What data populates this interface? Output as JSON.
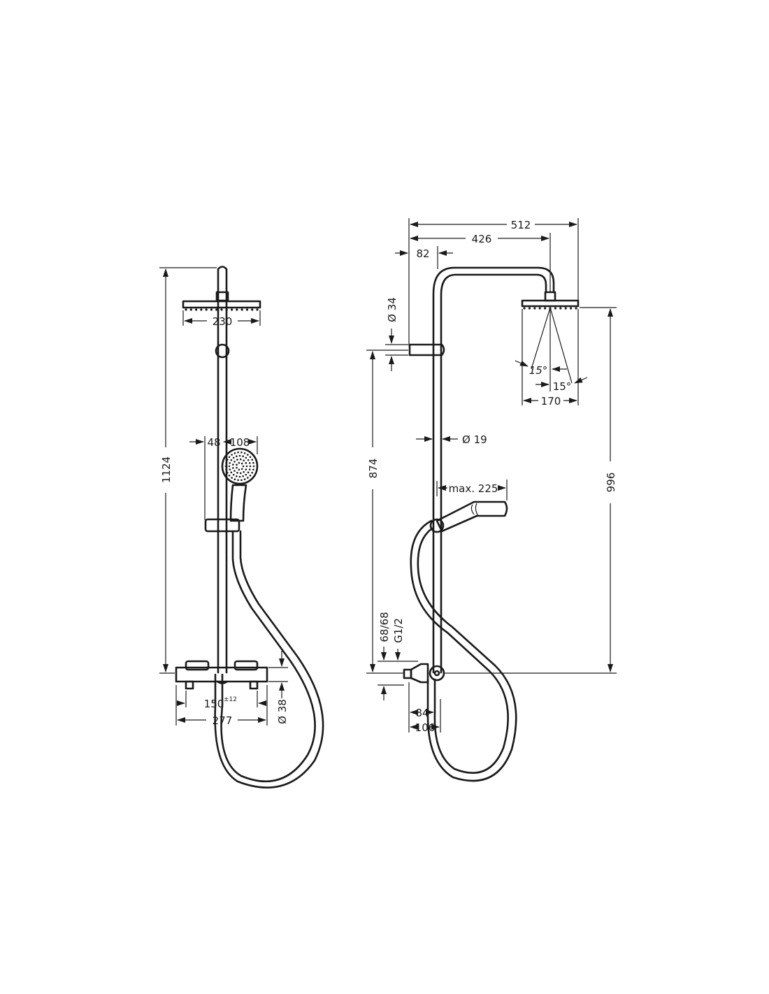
{
  "left_view": {
    "height_total": "1124",
    "head_width": "230",
    "offset_48": "48",
    "handshower_108": "108",
    "thermostat_centers": "150",
    "thermostat_tolerance": "±12",
    "thermostat_width": "277",
    "diameter_38": "Ø 38"
  },
  "right_view": {
    "projection_512": "512",
    "projection_426": "426",
    "offset_82": "82",
    "diameter_34": "Ø 34",
    "angle_left": "15°",
    "angle_right": "15°",
    "spray_170": "170",
    "diameter_19": "Ø 19",
    "max_225": "max. 225",
    "height_874": "874",
    "height_996": "996",
    "inlet_centers": "68/68",
    "thread": "G1/2",
    "depth_84": "84",
    "depth_106": "106"
  }
}
